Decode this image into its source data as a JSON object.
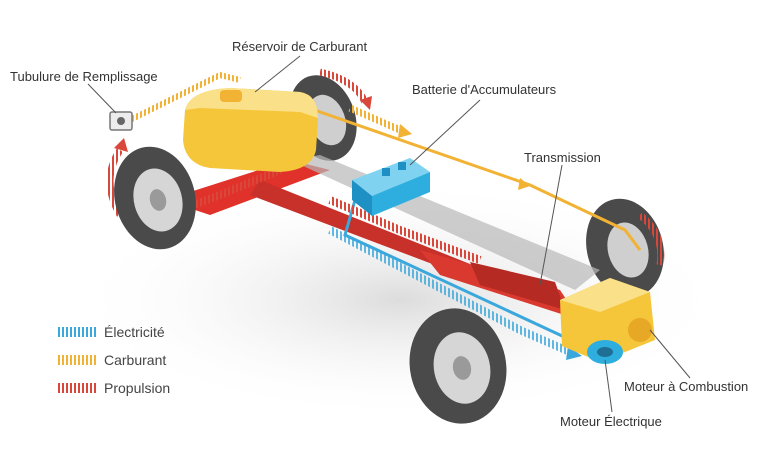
{
  "labels": {
    "fuel_tank": "Réservoir de Carburant",
    "filler_neck": "Tubulure de Remplissage",
    "battery": "Batterie d'Accumulateurs",
    "transmission": "Transmission",
    "combustion_engine": "Moteur à Combustion",
    "electric_motor": "Moteur Électrique"
  },
  "legend": {
    "items": [
      {
        "label": "Électricité",
        "color": "#3aa8dc"
      },
      {
        "label": "Carburant",
        "color": "#f2b233"
      },
      {
        "label": "Propulsion",
        "color": "#d9473a"
      }
    ]
  },
  "colors": {
    "electricity": "#3aa8dc",
    "fuel": "#f2b233",
    "propulsion": "#d9473a",
    "tank": "#f6c63a",
    "battery": "#2eaede",
    "frame": "#e0322a",
    "tire": "#555555"
  }
}
